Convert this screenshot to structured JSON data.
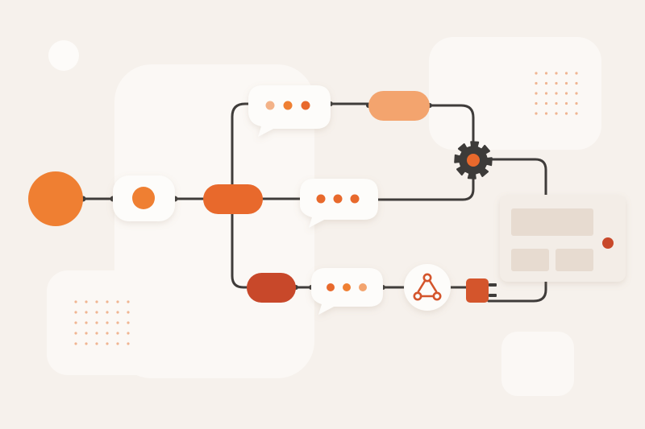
{
  "theme": {
    "background": "#f6f1ec",
    "panel": "#fbf8f5",
    "card": "#fdfcfa",
    "connector": "#3f3c3a",
    "accent": "#ef7f32",
    "accent_light": "#f3a46e",
    "accent_mid": "#e8692c",
    "accent_dark": "#c8482a",
    "dot_light": "#f3b288",
    "gear": "#3d3b39",
    "dashboard_bg": "#f3ede7",
    "dashboard_block": "#e7dbd0"
  },
  "nodes": [
    {
      "id": "start-node",
      "kind": "circle"
    },
    {
      "id": "event-node",
      "kind": "card-with-dot"
    },
    {
      "id": "router-node",
      "kind": "pill"
    },
    {
      "id": "message-top",
      "kind": "chat-bubble",
      "dots": 3
    },
    {
      "id": "action-top",
      "kind": "pill"
    },
    {
      "id": "message-middle",
      "kind": "chat-bubble",
      "dots": 3
    },
    {
      "id": "settings-node",
      "kind": "gear-icon"
    },
    {
      "id": "action-bottom",
      "kind": "pill"
    },
    {
      "id": "message-bottom",
      "kind": "chat-bubble",
      "dots": 3
    },
    {
      "id": "webhook-node",
      "kind": "webhook-icon"
    },
    {
      "id": "plugin-node",
      "kind": "plug-icon"
    },
    {
      "id": "dashboard-node",
      "kind": "dashboard-card"
    }
  ],
  "decorations": {
    "dot_grid_top_right": {
      "rows": 5,
      "cols": 5
    },
    "dot_grid_bottom_left": {
      "rows": 5,
      "cols": 6
    }
  }
}
